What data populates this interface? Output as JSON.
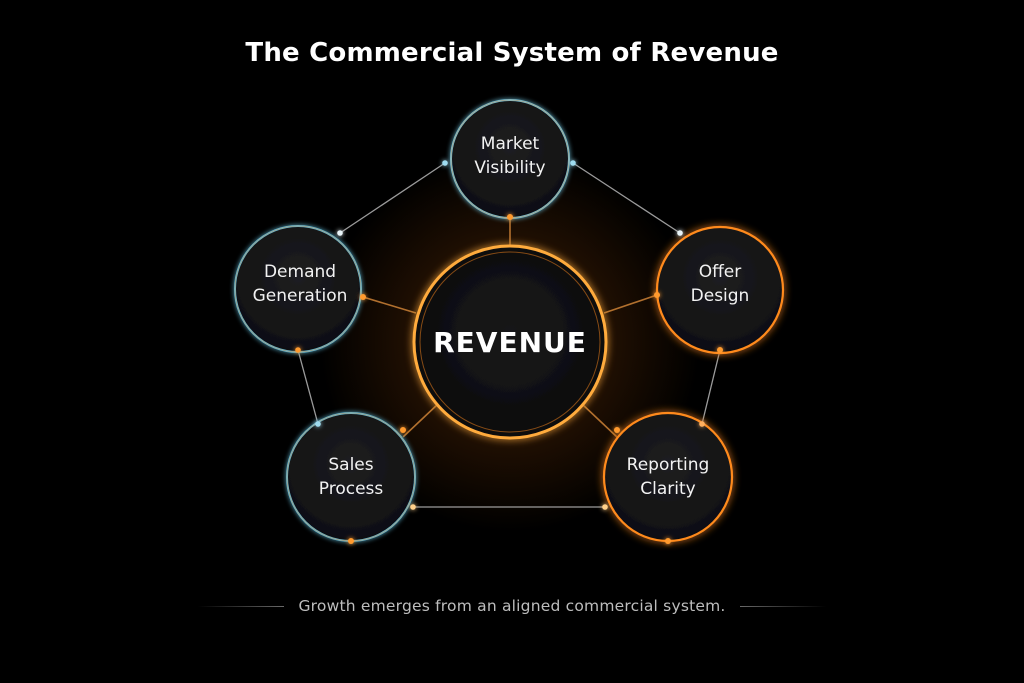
{
  "title": "The Commercial System of Revenue",
  "center": {
    "label": "REVENUE"
  },
  "nodes": [
    {
      "id": "market-visibility",
      "lines": [
        "Market",
        "Visibility"
      ]
    },
    {
      "id": "offer-design",
      "lines": [
        "Offer",
        "Design"
      ]
    },
    {
      "id": "reporting-clarity",
      "lines": [
        "Reporting",
        "Clarity"
      ]
    },
    {
      "id": "sales-process",
      "lines": [
        "Sales",
        "Process"
      ]
    },
    {
      "id": "demand-generation",
      "lines": [
        "Demand",
        "Generation"
      ]
    }
  ],
  "footer": {
    "text": "Growth emerges from an aligned commercial system."
  },
  "colors": {
    "background": "#000000",
    "orange": "#ff8a1e",
    "blue": "#5fb8d6",
    "node_fill": "#161618",
    "connector": "#cfcfcf"
  }
}
